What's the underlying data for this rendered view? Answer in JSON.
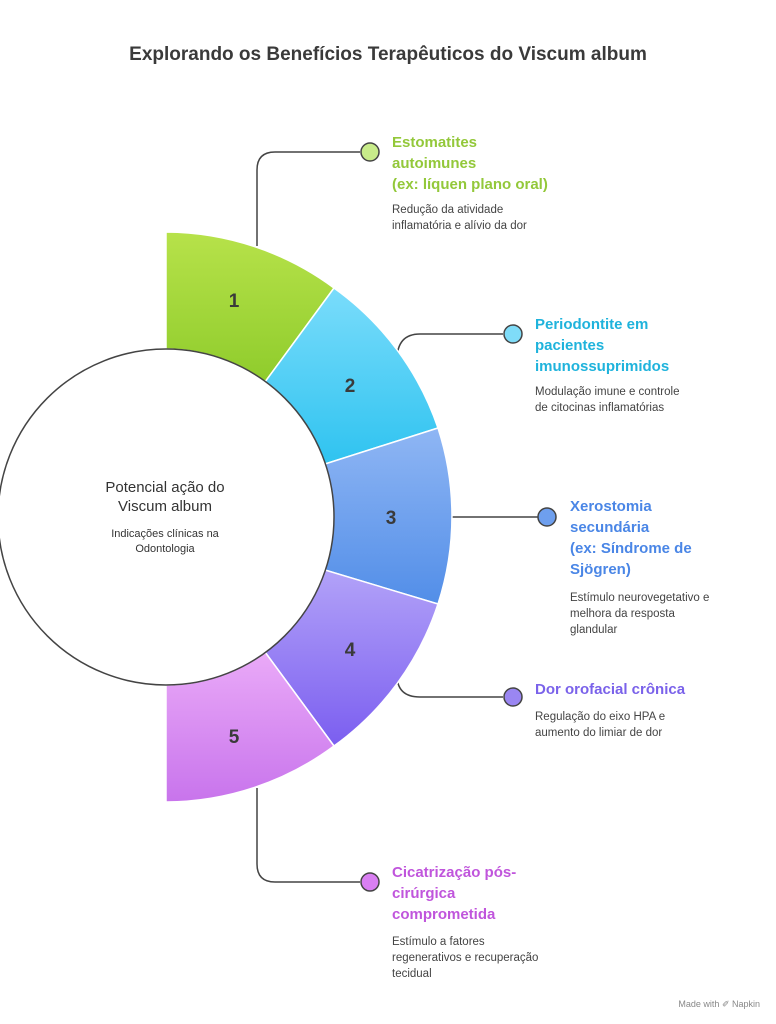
{
  "title": "Explorando os Benefícios Terapêuticos do Viscum album",
  "center": {
    "title_line1": "Potencial ação do",
    "title_line2": "Viscum album",
    "subtitle_line1": "Indicações clínicas na",
    "subtitle_line2": "Odontologia"
  },
  "items": [
    {
      "number": "1",
      "color": "#a2d63a",
      "fill": "#a6d93c",
      "title": [
        "Estomatites",
        "autoimunes",
        "(ex: líquen plano oral)"
      ],
      "desc": [
        "Redução da atividade",
        "inflamatória e alívio da dor"
      ]
    },
    {
      "number": "2",
      "color": "#22b8de",
      "fill": "#45cdf5",
      "title": [
        "Periodontite em",
        "pacientes",
        "imunossuprimidos"
      ],
      "desc": [
        "Modulação imune e controle",
        "de citocinas inflamatórias"
      ]
    },
    {
      "number": "3",
      "color": "#4a88e8",
      "fill": "#6aa2ee",
      "title": [
        "Xerostomia",
        "secundária",
        "(ex: Síndrome de",
        "Sjögren)"
      ],
      "desc": [
        "Estímulo neurovegetativo e",
        "melhora da resposta",
        "glandular"
      ]
    },
    {
      "number": "4",
      "color": "#7c63ea",
      "fill": "#957af2",
      "title": [
        "Dor orofacial crônica"
      ],
      "desc": [
        "Regulação do eixo HPA e",
        "aumento do limiar de dor"
      ]
    },
    {
      "number": "5",
      "color": "#c55ce0",
      "fill": "#d98af0",
      "title": [
        "Cicatrização pós-",
        "cirúrgica",
        "comprometida"
      ],
      "desc": [
        "Estímulo a fatores",
        "regenerativos e recuperação",
        "tecidual"
      ]
    }
  ],
  "footer": "Made with ✐ Napkin"
}
